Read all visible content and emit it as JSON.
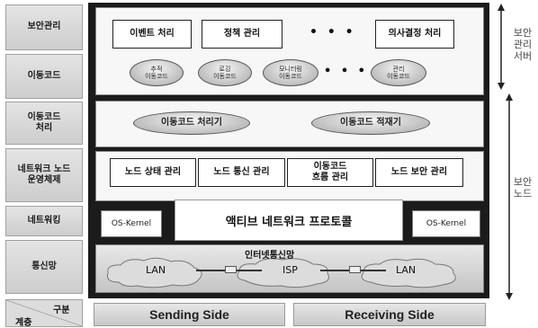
{
  "layer_labels": [
    "보안관리",
    "이동코드",
    "이동코드\n처리",
    "네트워크 노드\n운영체제",
    "네트워킹",
    "통신망"
  ],
  "footer_label_a": "계층",
  "footer_label_b": "구분",
  "security_mgmt": {
    "boxes": [
      "이벤트 처리",
      "정책 관리",
      "의사결정 처리"
    ],
    "dots": "• • •",
    "mobile_codes": [
      "추적\n이동코드",
      "로깅\n이동코드",
      "모니터링\n이동코드",
      "관리\n이동코드"
    ],
    "mobile_dots": "• • • •"
  },
  "processing": {
    "handler": "이동코드 처리기",
    "loader": "이동코드 적재기"
  },
  "node_boxes": [
    "노드 상태 관리",
    "노드 통신 관리",
    "이동코드\n흐름 관리",
    "노드 보안 관리"
  ],
  "protocol": "액티브 네트워크 프로토콜",
  "os_kernel_left": "OS-Kernel",
  "os_kernel_right": "OS-Kernel",
  "network": {
    "title": "인터넷통신망",
    "lan_left": "LAN",
    "isp": "ISP",
    "lan_right": "LAN"
  },
  "sending": "Sending Side",
  "receiving": "Receiving Side",
  "bracket_server": "보안\n관리\n서버",
  "bracket_node": "보안\n노드"
}
